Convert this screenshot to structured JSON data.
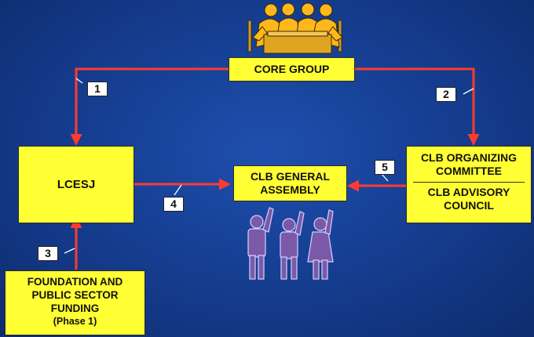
{
  "nodes": {
    "core_group": "CORE GROUP",
    "lcesj": "LCESJ",
    "clb_general_assembly_line1": "CLB GENERAL",
    "clb_general_assembly_line2": "ASSEMBLY",
    "clb_organizing_committee_line1": "CLB ORGANIZING",
    "clb_organizing_committee_line2": "COMMITTEE",
    "clb_advisory_council_line1": "CLB ADVISORY",
    "clb_advisory_council_line2": "COUNCIL",
    "funding_line1": "FOUNDATION AND",
    "funding_line2": "PUBLIC SECTOR",
    "funding_line3": "FUNDING",
    "funding_line4": "(Phase 1)"
  },
  "step_labels": [
    "1",
    "2",
    "3",
    "4",
    "5"
  ],
  "colors": {
    "background": "#163f93",
    "box_fill": "#ffff33",
    "arrow": "#ff3b30",
    "meeting_figures": "#ffb81c",
    "assembly_figures": "#7a5aa8"
  },
  "icons": {
    "meeting": "people-at-table-icon",
    "assembly": "people-raising-hands-icon"
  }
}
